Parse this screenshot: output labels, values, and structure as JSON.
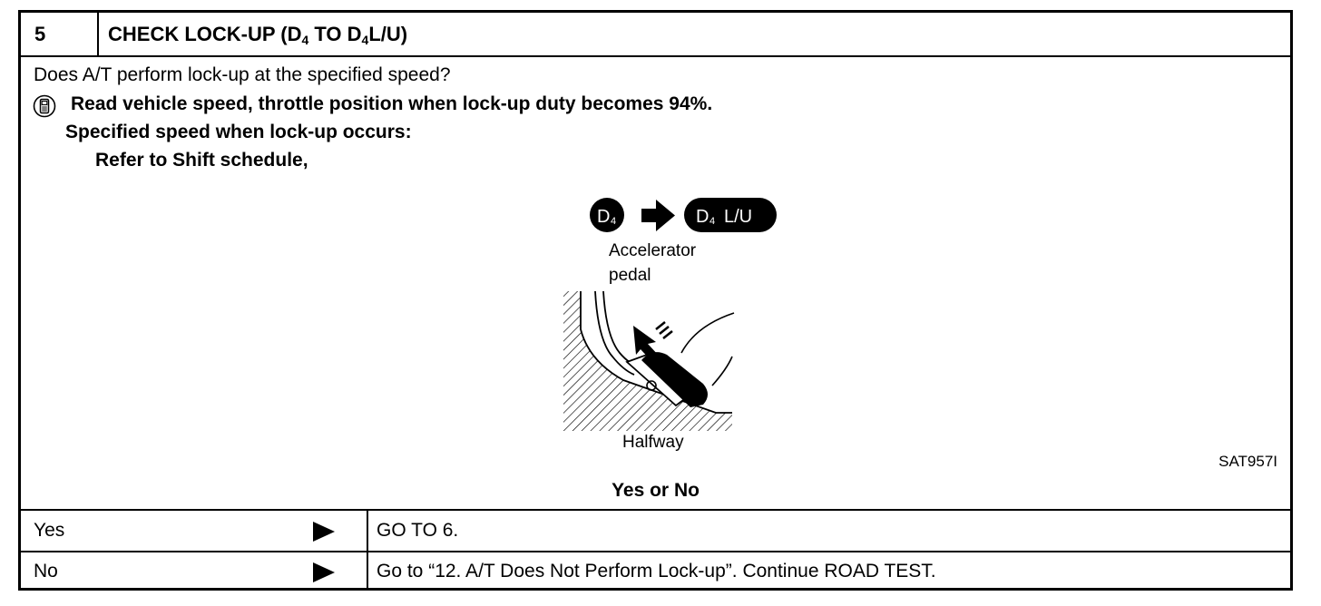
{
  "step": {
    "number": "5",
    "title_main": "CHECK LOCK-UP (D",
    "title_sub1": "4",
    "title_mid": " TO D",
    "title_sub2": "4",
    "title_end": "L/U)"
  },
  "question": "Does A/T perform lock-up at the specified speed?",
  "instructions": {
    "read": "Read vehicle speed, throttle position when lock-up duty becomes 94%.",
    "spec_heading": "Specified speed when lock-up occurs:",
    "spec_value": "Refer to Shift schedule,"
  },
  "figure": {
    "from_badge": "D",
    "from_sub": "4",
    "to_badge": "D",
    "to_sub": "4",
    "to_suffix": "L/U",
    "pedal_label_1": "Accelerator",
    "pedal_label_2": "pedal",
    "position_label": "Halfway",
    "code": "SAT957I"
  },
  "prompt": "Yes or No",
  "results": [
    {
      "answer": "Yes",
      "action": "GO TO 6."
    },
    {
      "answer": "No",
      "action": "Go to “12. A/T Does Not Perform Lock-up”. Continue ROAD TEST."
    }
  ]
}
